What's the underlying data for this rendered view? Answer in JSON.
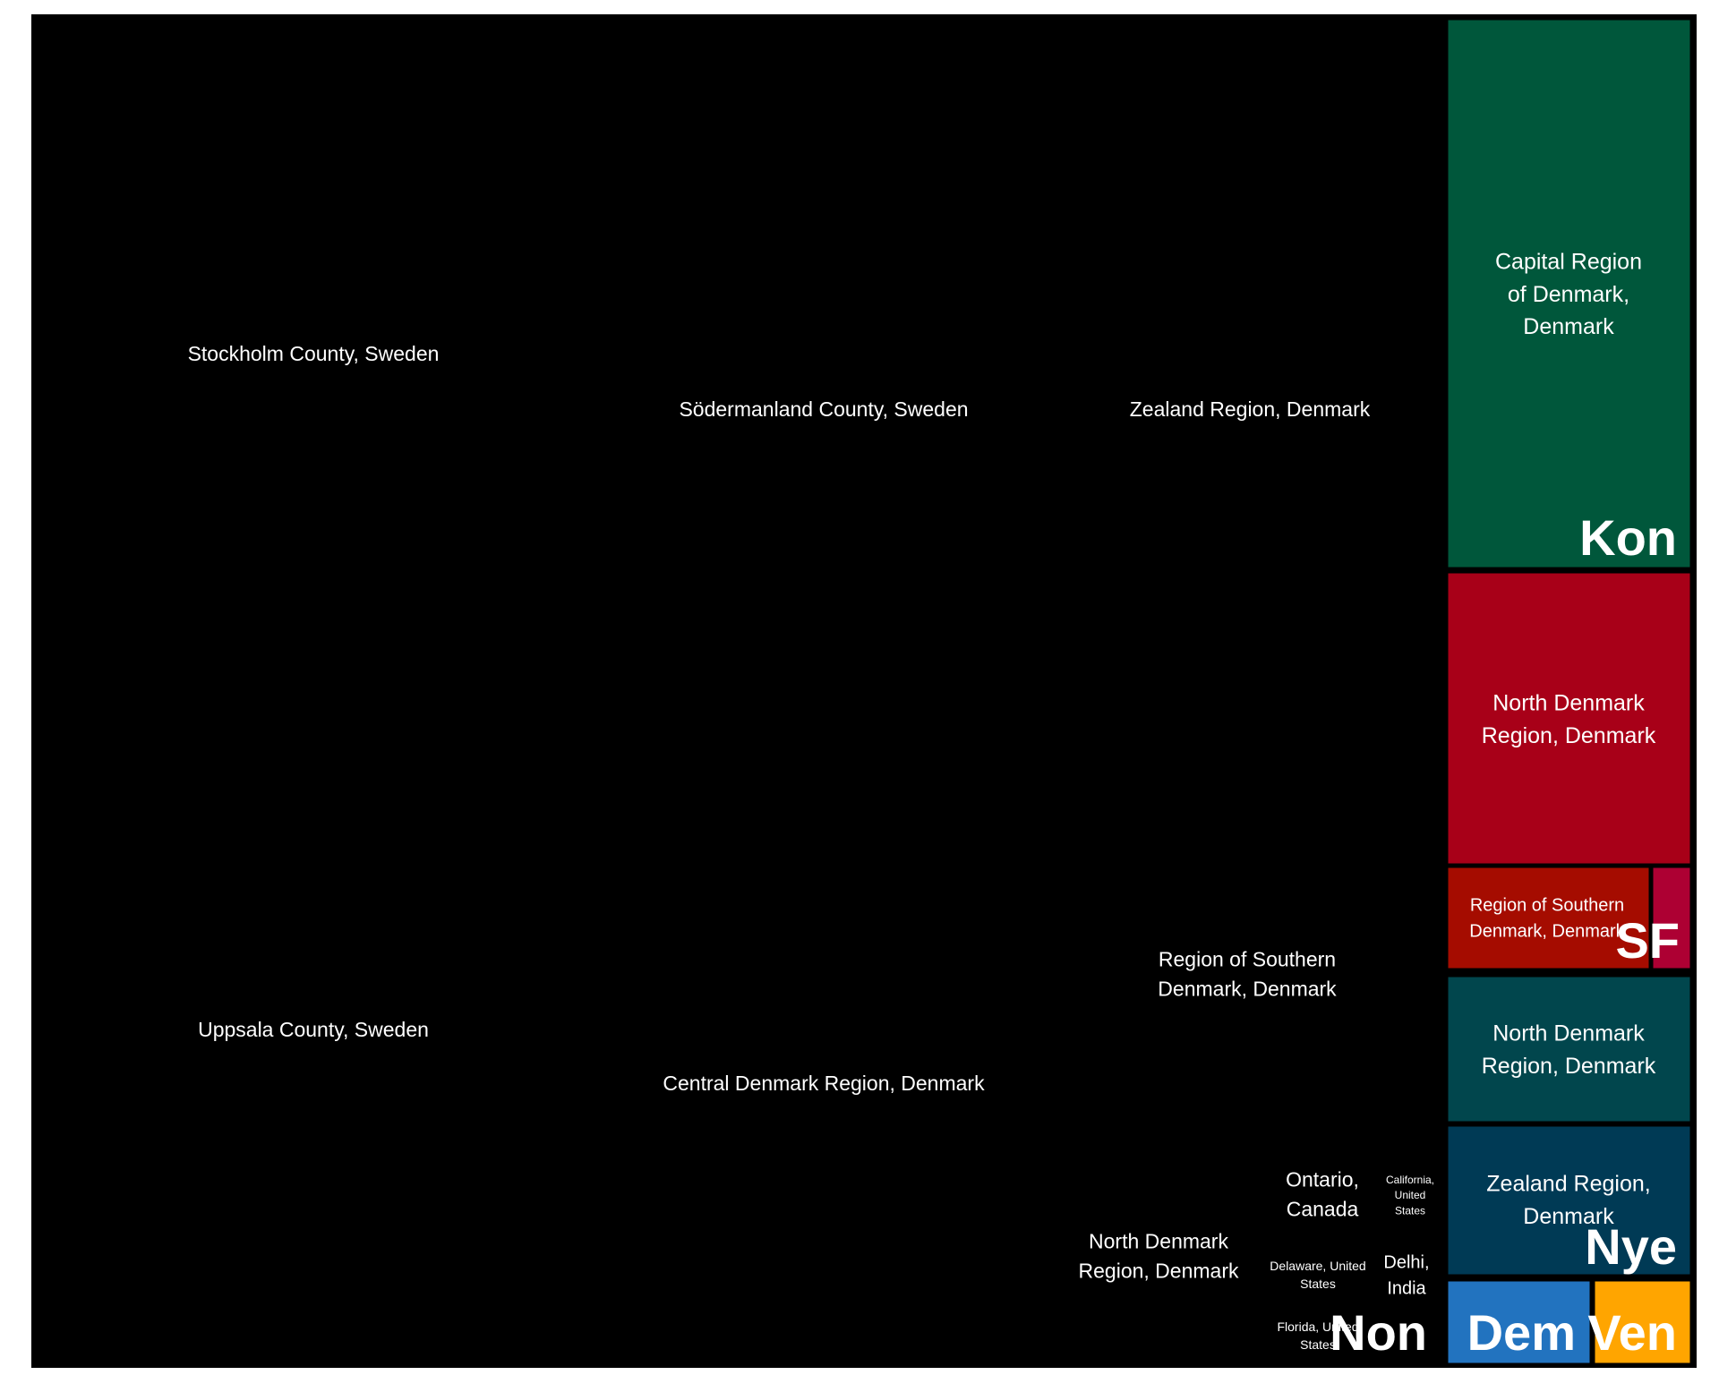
{
  "chart_data": {
    "type": "treemap",
    "title": "",
    "groups": [
      {
        "label": "Non",
        "color": "#000000",
        "items": [
          {
            "name": "Stockholm County, Sweden",
            "value": 330
          },
          {
            "name": "Uppsala County, Sweden",
            "value": 315
          },
          {
            "name": "Södermanland County, Sweden",
            "value": 330
          },
          {
            "name": "Central Denmark Region, Denmark",
            "value": 303
          },
          {
            "name": "Zealand Region, Denmark",
            "value": 242
          },
          {
            "name": "Region of Southern Denmark, Denmark",
            "value": 141
          },
          {
            "name": "North Denmark Region, Denmark",
            "value": 24
          },
          {
            "name": "Ontario, Canada",
            "value": 7.6
          },
          {
            "name": "California, United States",
            "value": 4.6
          },
          {
            "name": "Delaware, United States",
            "value": 6.0
          },
          {
            "name": "Delhi, India",
            "value": 3.9
          },
          {
            "name": "Florida, United States",
            "value": 6.5
          }
        ]
      },
      {
        "label": "Kon",
        "color": "#00573b",
        "items": [
          {
            "name": "Capital Region of Denmark, Denmark",
            "value": 71
          }
        ]
      },
      {
        "label": "SF",
        "color": "#a80018",
        "items": [
          {
            "name": "North Denmark Region, Denmark",
            "value": 38
          },
          {
            "name": "Region of Southern Denmark, Denmark",
            "value": 11.4
          },
          {
            "name": "",
            "value": 2.4
          }
        ]
      },
      {
        "label": "Nye",
        "color": "#01464d",
        "items": [
          {
            "name": "North Denmark Region, Denmark",
            "value": 19
          },
          {
            "name": "Zealand Region, Denmark",
            "value": 19
          }
        ]
      },
      {
        "label": "Dem",
        "color": "#2273bf",
        "items": [
          {
            "name": "",
            "value": 6
          }
        ]
      },
      {
        "label": "Ven",
        "color": "#ffa500",
        "items": [
          {
            "name": "",
            "value": 4
          }
        ]
      }
    ]
  }
}
